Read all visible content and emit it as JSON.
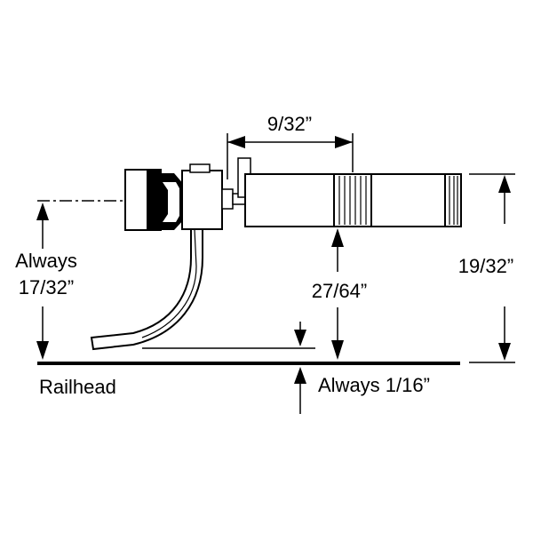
{
  "labels": {
    "top_dimension": "9/32”",
    "left_label_line1": "Always",
    "left_label_line2": "17/32”",
    "center_dimension": "27/64”",
    "right_dimension": "19/32”",
    "rail_label": "Railhead",
    "bottom_dimension": "Always 1/16”"
  },
  "colors": {
    "ink": "#000000",
    "background": "#ffffff"
  }
}
